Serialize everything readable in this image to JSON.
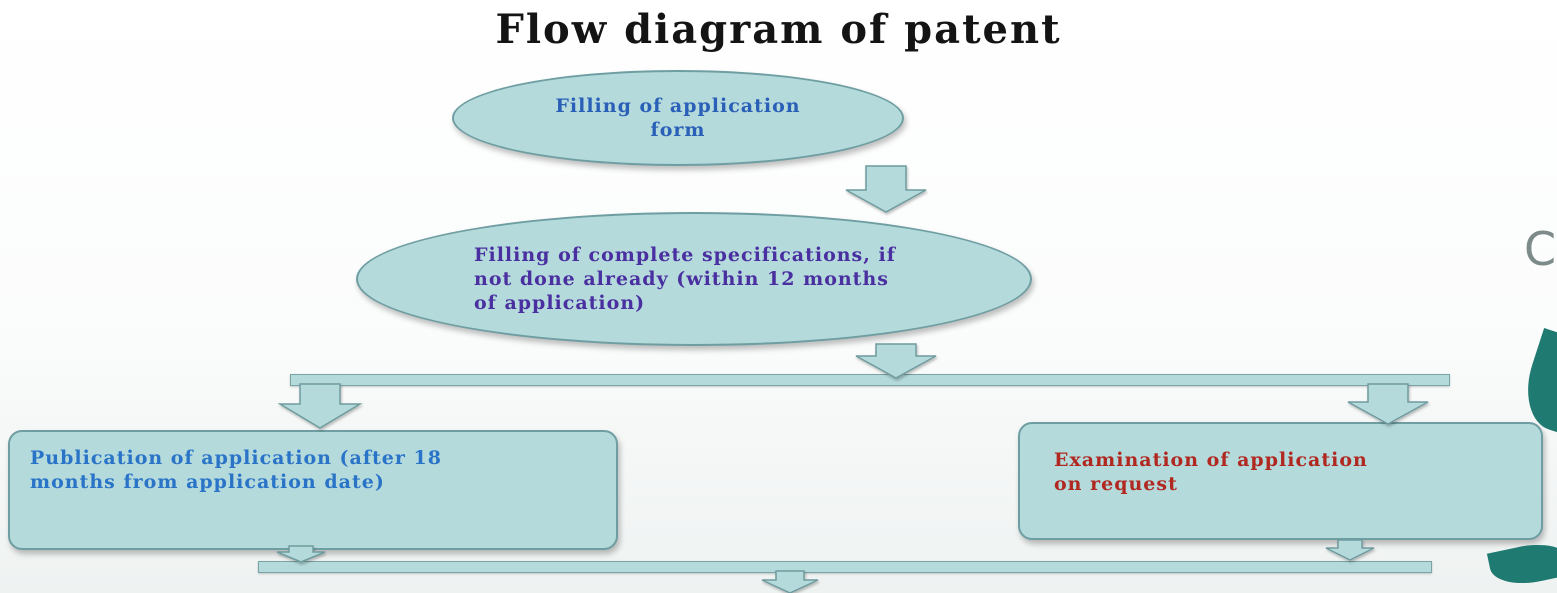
{
  "title": "Flow diagram of patent",
  "nodes": {
    "application_form": {
      "text": "Filling of application form",
      "color": "#2a5fb8"
    },
    "complete_specifications": {
      "text": "Filling of complete specifications, if not done already (within 12 months of application)",
      "color": "#4a2fa0"
    },
    "publication": {
      "text": "Publication of application (after 18 months from application date)",
      "color": "#2a74c8"
    },
    "examination": {
      "text": "Examination of application on request",
      "color": "#b02820"
    }
  },
  "decorations": {
    "corner_glyph": "C"
  },
  "colors": {
    "node_fill": "#b4dadc",
    "node_border": "#6e9ea2",
    "arrow_fill": "#b4dadc"
  }
}
